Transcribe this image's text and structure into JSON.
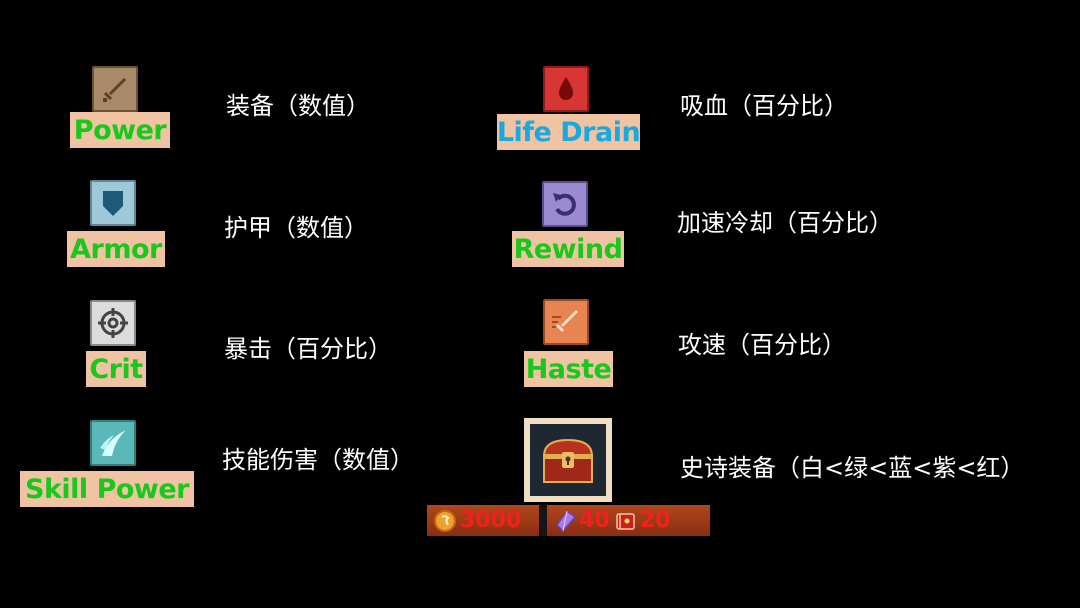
{
  "stats": {
    "power": {
      "label": "Power",
      "desc": "装备（数值）"
    },
    "armor": {
      "label": "Armor",
      "desc": "护甲（数值）"
    },
    "crit": {
      "label": "Crit",
      "desc": "暴击（百分比）"
    },
    "skill_power": {
      "label": "Skill Power",
      "desc": "技能伤害（数值）"
    },
    "life_drain": {
      "label": "Life Drain",
      "desc": "吸血（百分比）"
    },
    "rewind": {
      "label": "Rewind",
      "desc": "加速冷却（百分比）"
    },
    "haste": {
      "label": "Haste",
      "desc": "攻速（百分比）"
    }
  },
  "epic": {
    "desc": "史诗装备（白<绿<蓝<紫<红）"
  },
  "cost": {
    "gold": "3000",
    "crystal": "40",
    "book": "20"
  },
  "colors": {
    "green_label": "#18c81c",
    "blue_label": "#1aa8e0",
    "cost_red": "#f02020"
  }
}
